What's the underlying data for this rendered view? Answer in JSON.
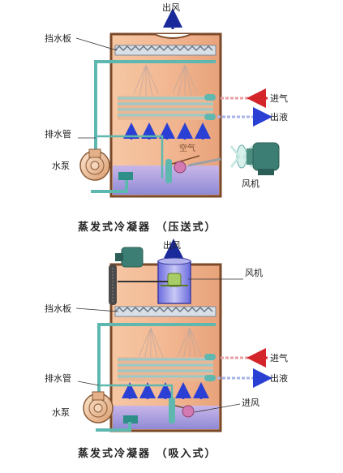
{
  "top_diagram": {
    "caption": "蒸发式冷凝器 （压送式）",
    "labels": {
      "outlet_air": "出风",
      "drift_eliminator": "挡水板",
      "drain_pipe": "排水管",
      "pump": "水泵",
      "air": "空气",
      "gas_in": "进气",
      "liquid_out": "出液",
      "fan": "风机"
    }
  },
  "bottom_diagram": {
    "caption": "蒸发式冷凝器 （吸入式）",
    "labels": {
      "outlet_air": "出风",
      "fan": "风机",
      "drift_eliminator": "挡水板",
      "drain_pipe": "排水管",
      "pump": "水泵",
      "gas_in": "进气",
      "liquid_out": "出液",
      "air_in": "进风"
    }
  },
  "colors": {
    "casing": "#f0b088",
    "casing_border": "#7a4a2a",
    "pipe": "#5fb8b0",
    "coil": "#9bc9c8",
    "water": "#a9a4dc",
    "arrow_red": "#d4262a",
    "arrow_blue": "#2a3fd4"
  }
}
